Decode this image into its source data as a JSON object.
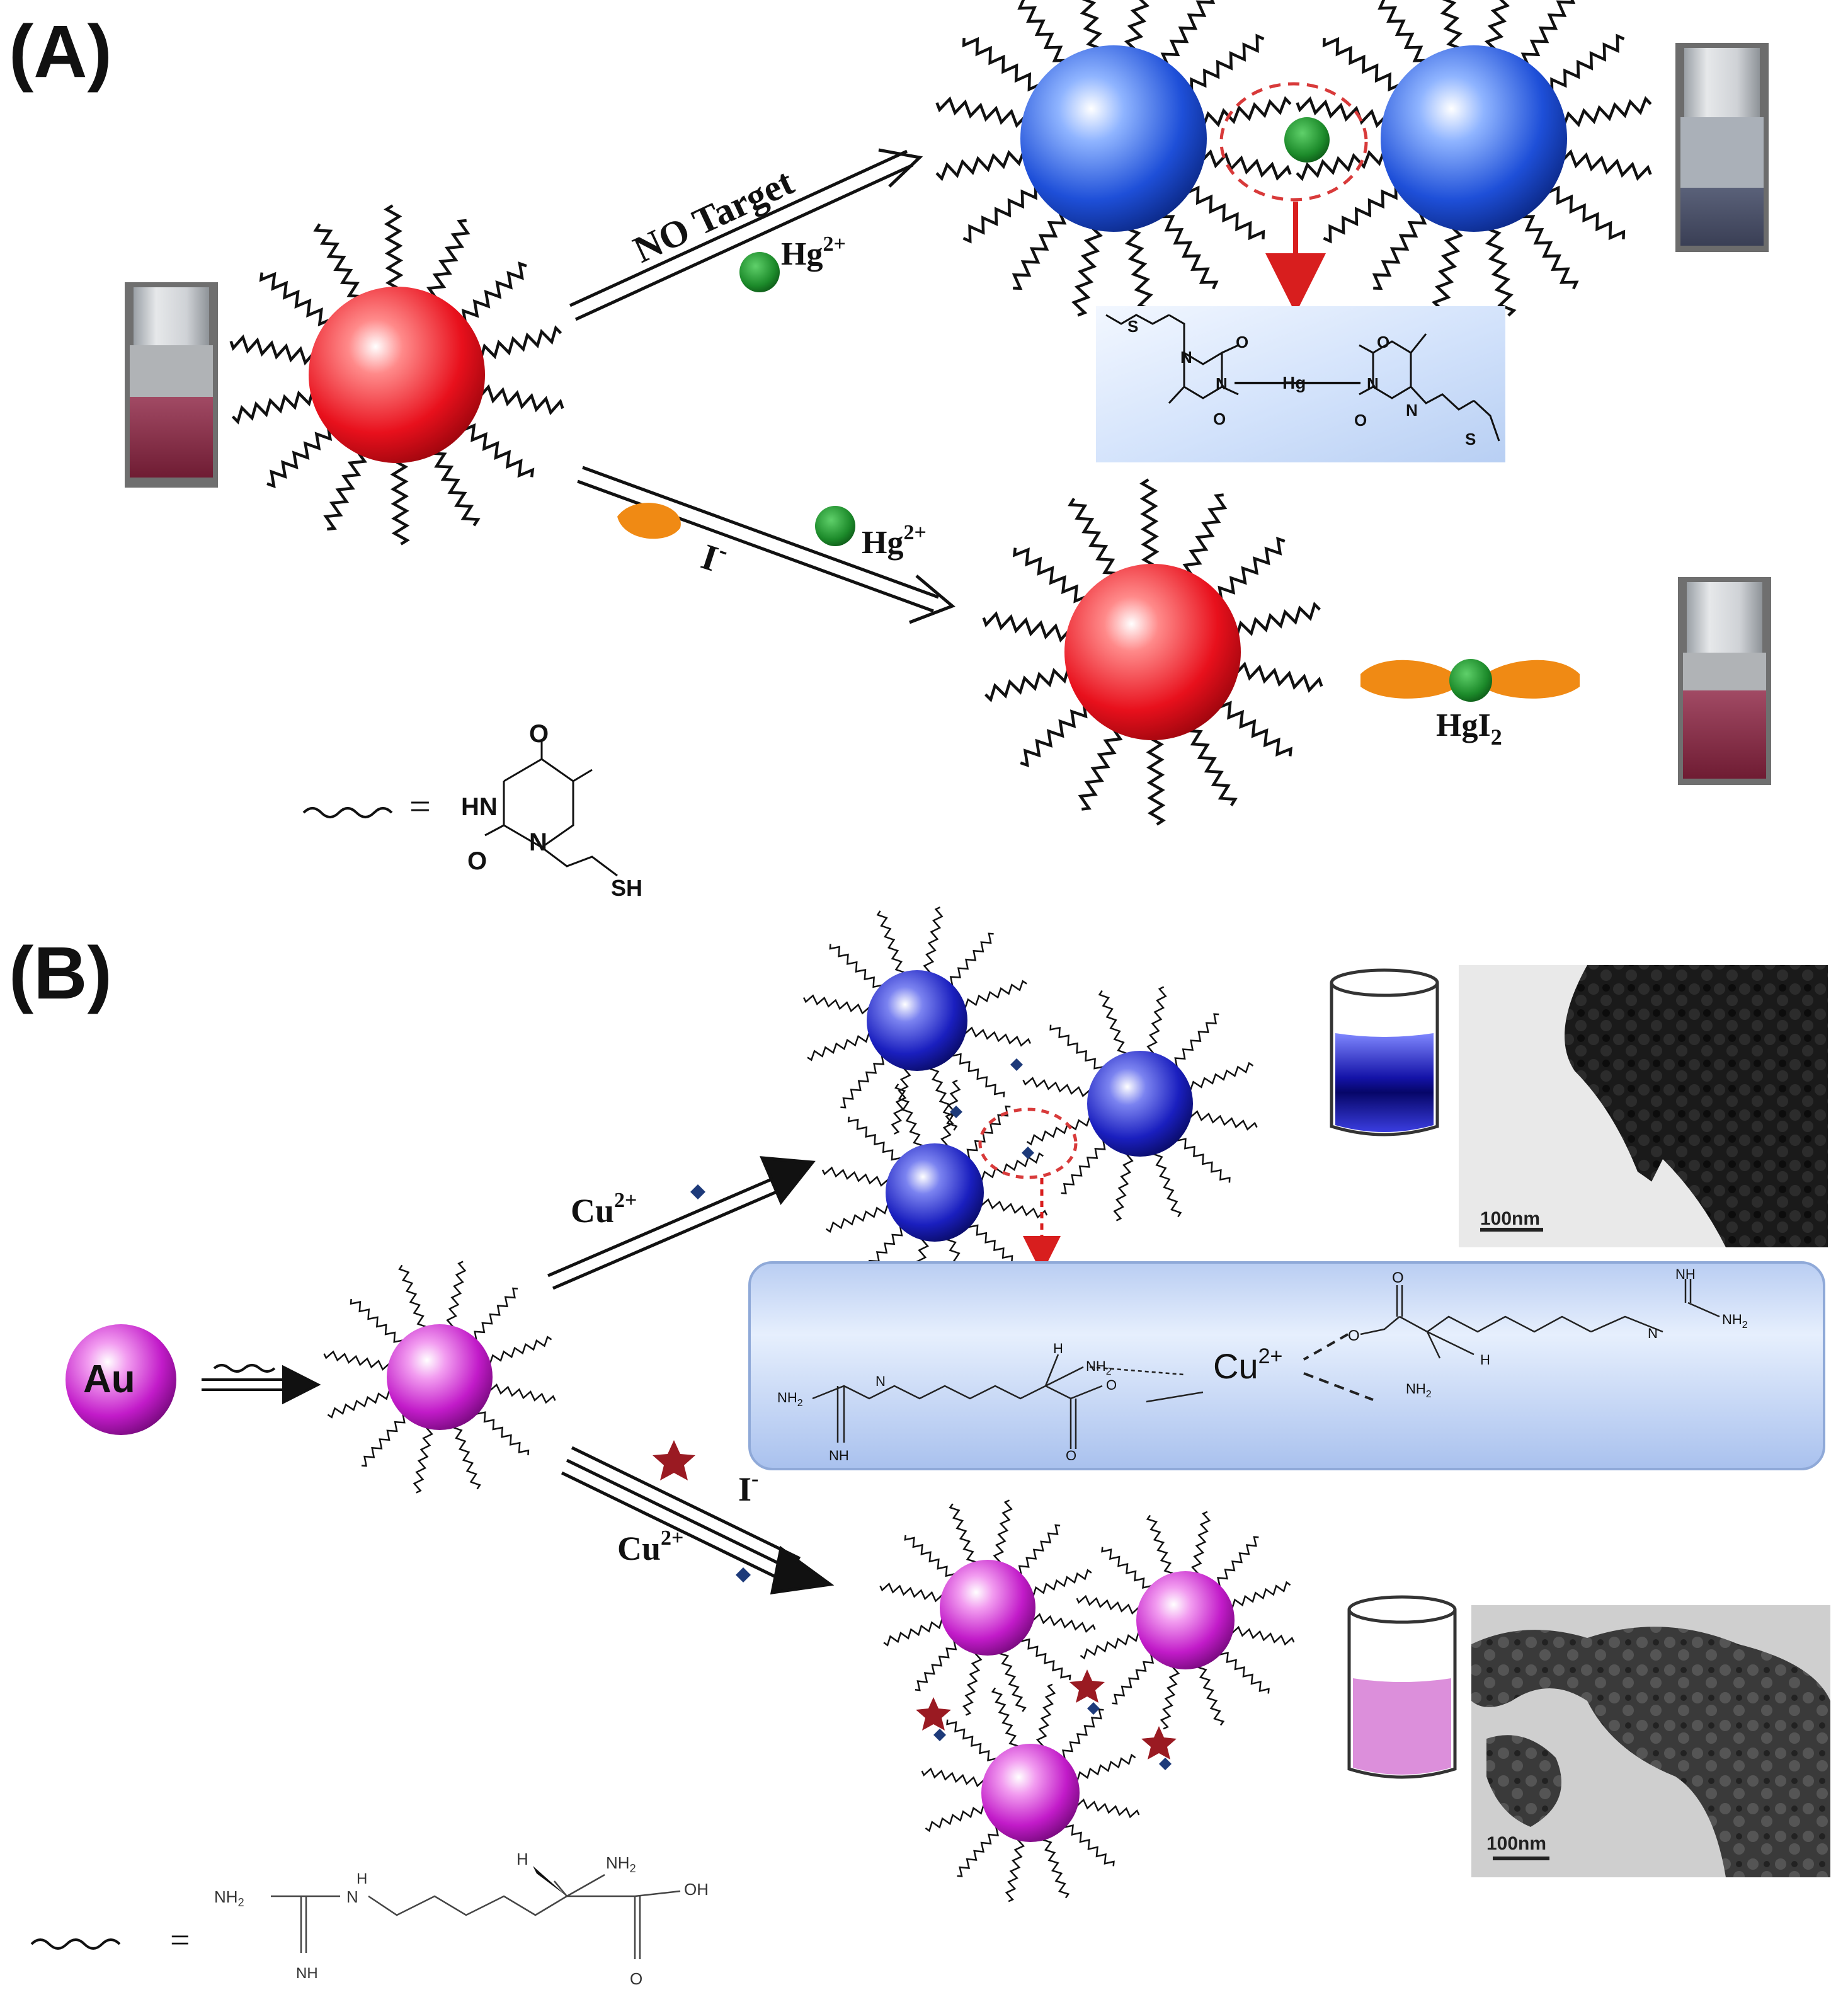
{
  "panels": {
    "a": {
      "label": "(A)",
      "no_target_label": "NO Target",
      "hg_ion": "Hg",
      "hg_charge": "2+",
      "iodide_label": "I",
      "iodide_charge": "-",
      "hgi2_main": "HgI",
      "hgi2_sub": "2",
      "complex": {
        "s1": "S",
        "s2": "S",
        "o1": "O",
        "o2": "O",
        "o3": "O",
        "o4": "O",
        "n1": "N",
        "n2": "N",
        "n3": "N",
        "n4": "N",
        "hg": "Hg"
      },
      "legend": {
        "equals": "=",
        "o_top": "O",
        "hn": "HN",
        "o_bottom": "O",
        "n": "N",
        "sh": "SH"
      }
    },
    "b": {
      "label": "(B)",
      "au_label": "Au",
      "cu_top_ion": "Cu",
      "cu_top_charge": "2+",
      "cu_bottom_ion": "Cu",
      "cu_bottom_charge": "2+",
      "iodide_label": "I",
      "iodide_charge": "-",
      "tem_scale_top": "100nm",
      "tem_scale_bottom": "100nm",
      "complex": {
        "cu": "Cu",
        "cu_charge": "2+",
        "nh_top": "NH",
        "nh2_right": "NH",
        "nh2_right_sub": "2",
        "h_right": "H",
        "nh2_mid_right": "NH",
        "nh2_mid_right_sub": "2",
        "o_top": "O",
        "o_left": "O",
        "nh_right_chain": "N",
        "nh2_left": "NH",
        "nh2_left_sub": "2",
        "h_left": "H",
        "nh2_far_left": "NH",
        "nh2_far_left_sub": "2",
        "nh_left_bottom": "NH",
        "n_left_chain": "N",
        "o_bottom": "O",
        "o_bottom_right": "O"
      },
      "legend": {
        "equals": "=",
        "nh2_amine": "NH",
        "nh2_amine_sub": "2",
        "h": "H",
        "nh2_left": "NH",
        "nh2_left_sub": "2",
        "n_h": "H",
        "n_link": "N",
        "nh_bottom": "NH",
        "oh": "OH",
        "o": "O"
      }
    }
  },
  "colors": {
    "red_particle": "#e8101c",
    "blue_particle": "#1e4fd8",
    "purple_particle": "#c21bc9",
    "hg_ion": "#1c8a2a",
    "iodide": "#f08a14",
    "cu_ion": "#1d3a7a",
    "iodide_star": "#9a1a22",
    "complex_box": "#c6d8f3",
    "arrow_red": "#d81e1e"
  }
}
